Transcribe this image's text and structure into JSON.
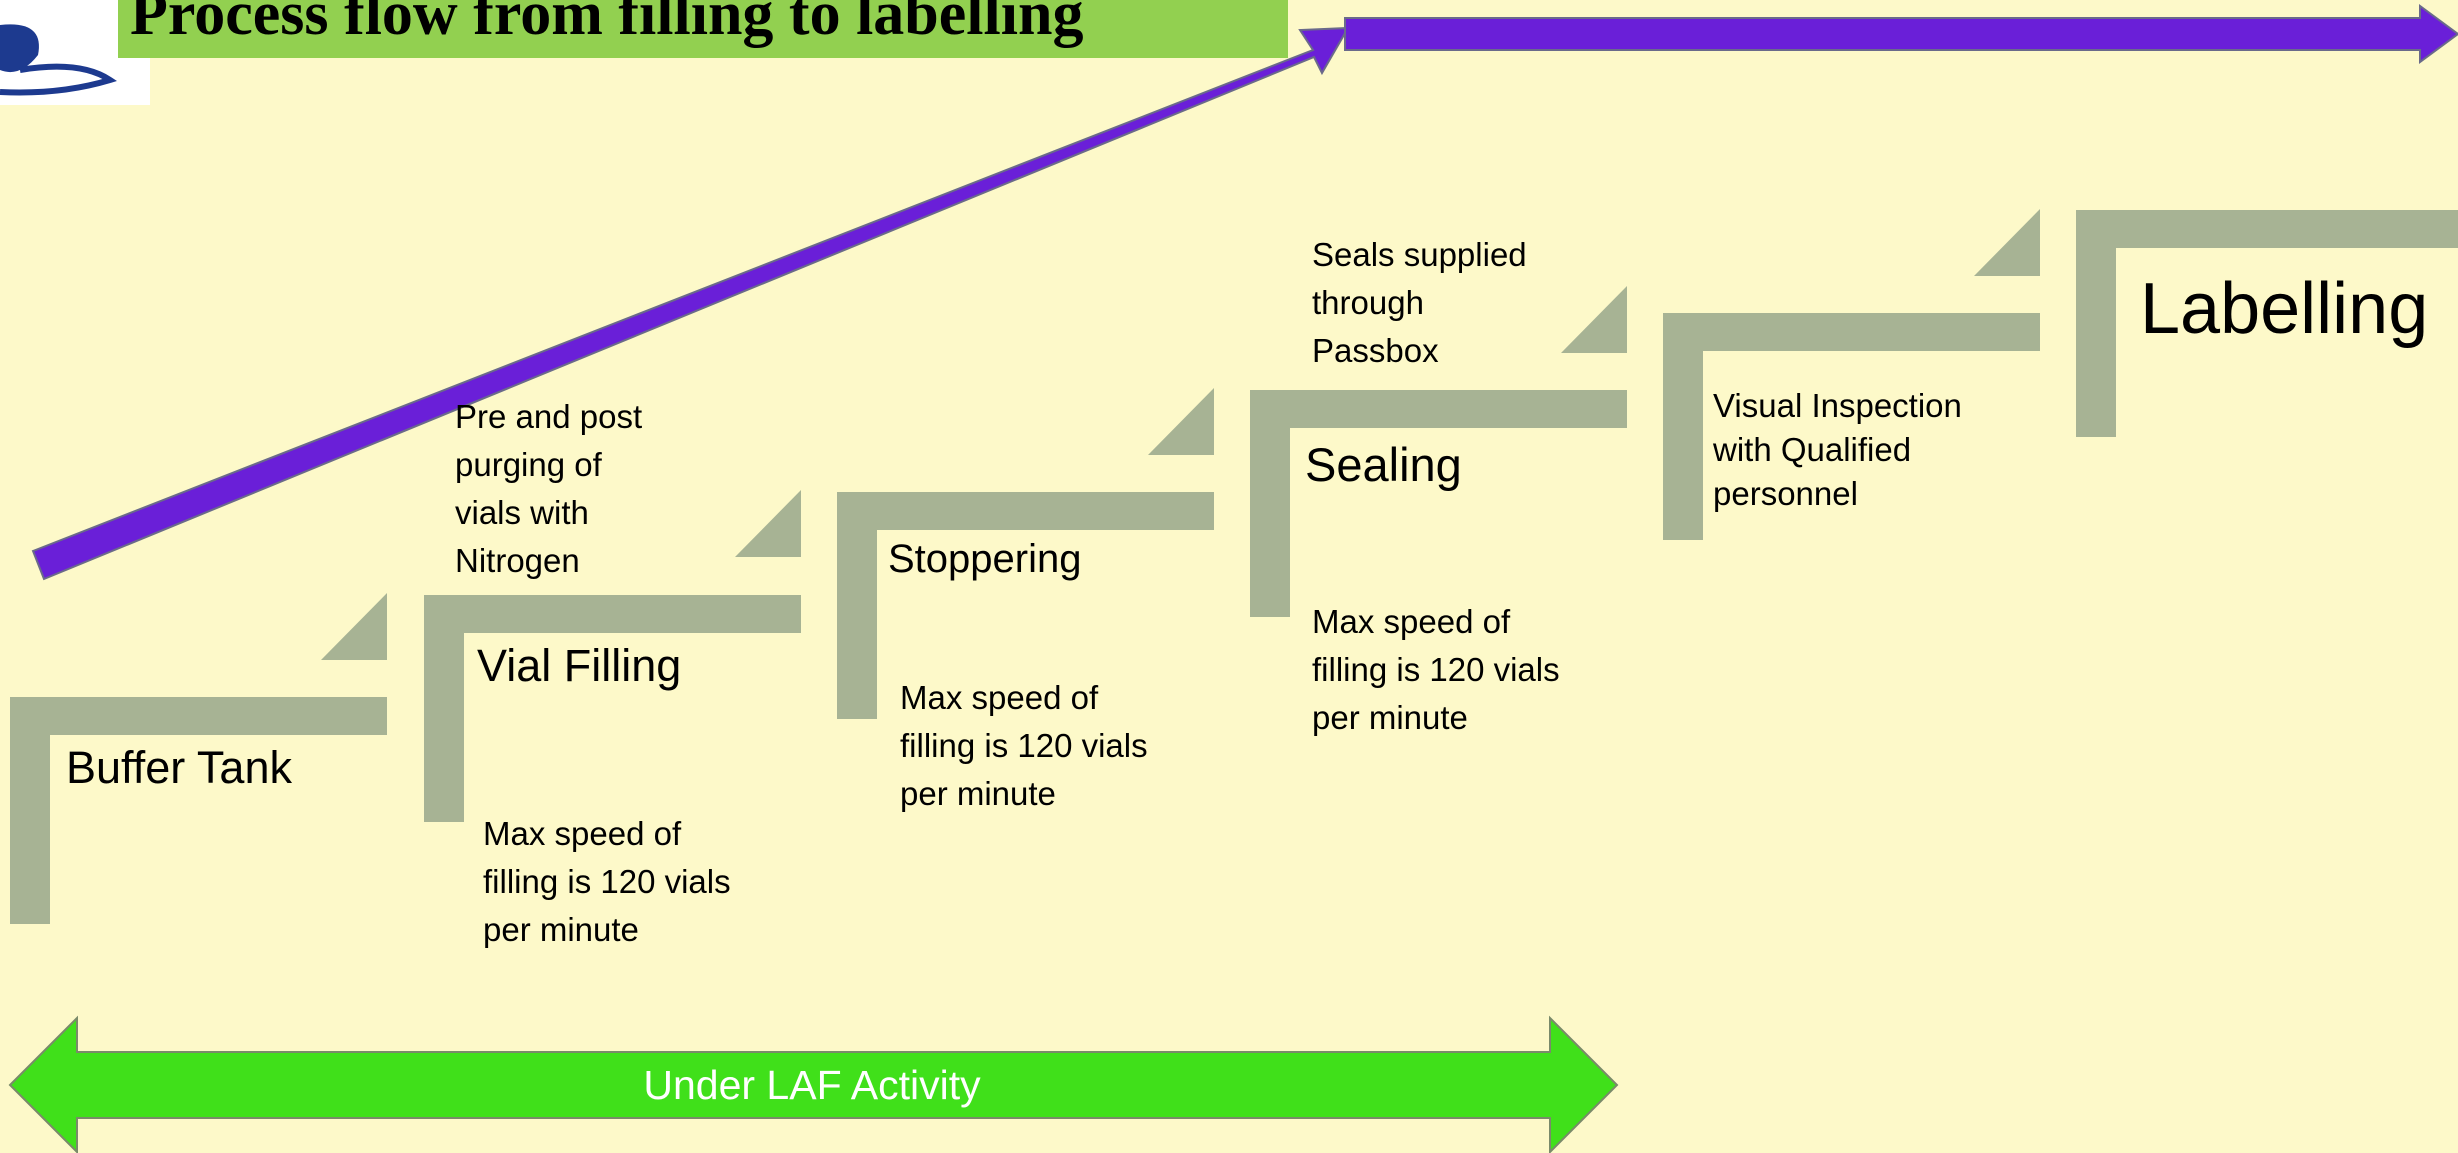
{
  "title": "Process flow from filling to labelling",
  "steps": [
    {
      "label": "Buffer Tank"
    },
    {
      "label": "Vial Filling"
    },
    {
      "label": "Stoppering"
    },
    {
      "label": "Sealing"
    },
    {
      "label": "Labelling"
    }
  ],
  "notes": {
    "nitrogen": "Pre and post purging of vials with Nitrogen",
    "speed_filling": "Max speed of filling is 120 vials per minute",
    "speed_stoppering": "Max speed of filling is 120 vials per minute",
    "seals": "Seals supplied through Passbox",
    "speed_sealing": "Max speed of filling is 120 vials per minute",
    "inspection": "Visual Inspection with Qualified personnel"
  },
  "laf_label": "Under LAF Activity",
  "colors": {
    "background": "#fdf9c9",
    "step": "#a7b394",
    "arrow_purple": "#6a1fd8",
    "arrow_green": "#40e01a",
    "title_bg": "#92d050"
  }
}
